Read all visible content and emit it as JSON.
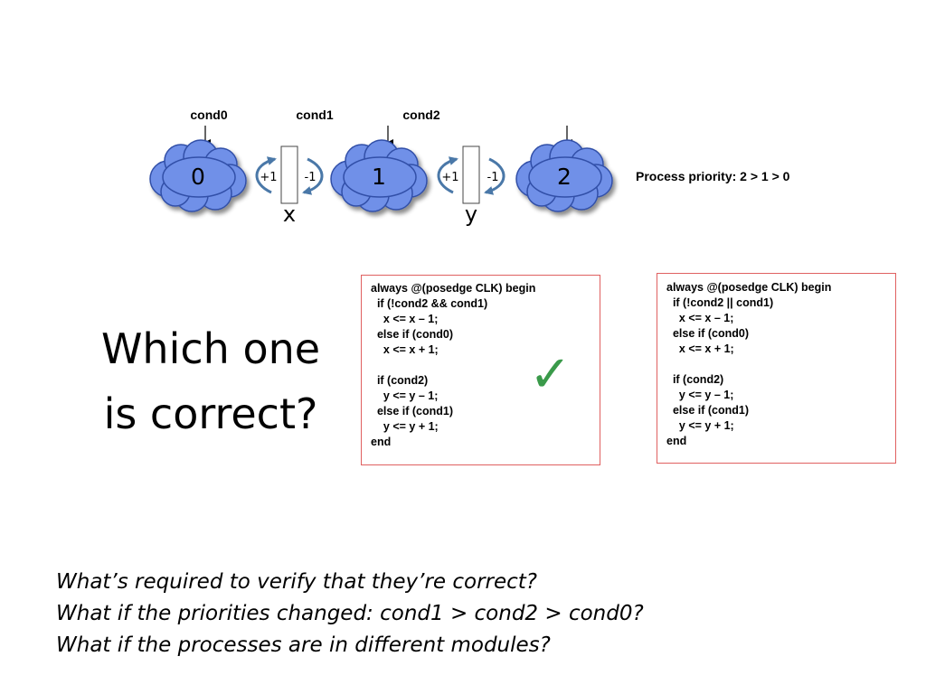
{
  "diagram": {
    "conditions": [
      "cond0",
      "cond1",
      "cond2"
    ],
    "nodes": [
      "0",
      "1",
      "2"
    ],
    "registers": [
      {
        "name": "x",
        "inc": "+1",
        "dec": "-1"
      },
      {
        "name": "y",
        "inc": "+1",
        "dec": "-1"
      }
    ],
    "priority_text": "Process priority: 2 > 1 > 0",
    "colors": {
      "cloud_fill": "#7090e8",
      "cloud_stroke": "#3050a8",
      "arrow": "#4a78a8"
    }
  },
  "question": {
    "line1": "Which one",
    "line2": "is correct?"
  },
  "code_left": {
    "lines": [
      "always @(posedge CLK) begin",
      "  if (!cond2 && cond1)",
      "    x <= x – 1;",
      "  else if (cond0)",
      "    x <= x + 1;",
      "",
      "  if (cond2)",
      "    y <= y – 1;",
      "  else if (cond1)",
      "    y <= y + 1;",
      "end"
    ]
  },
  "code_right": {
    "lines": [
      "always @(posedge CLK) begin",
      "  if (!cond2 || cond1)",
      "    x <= x – 1;",
      "  else if (cond0)",
      "    x <= x + 1;",
      "",
      "  if (cond2)",
      "    y <= y – 1;",
      "  else if (cond1)",
      "    y <= y + 1;",
      "end"
    ]
  },
  "checkmark": {
    "symbol": "✓",
    "color": "#3a9a4a"
  },
  "notes": [
    "What’s required to verify that they’re correct?",
    "What if the priorities changed: cond1 > cond2 > cond0?",
    "What if the processes are in different modules?"
  ]
}
